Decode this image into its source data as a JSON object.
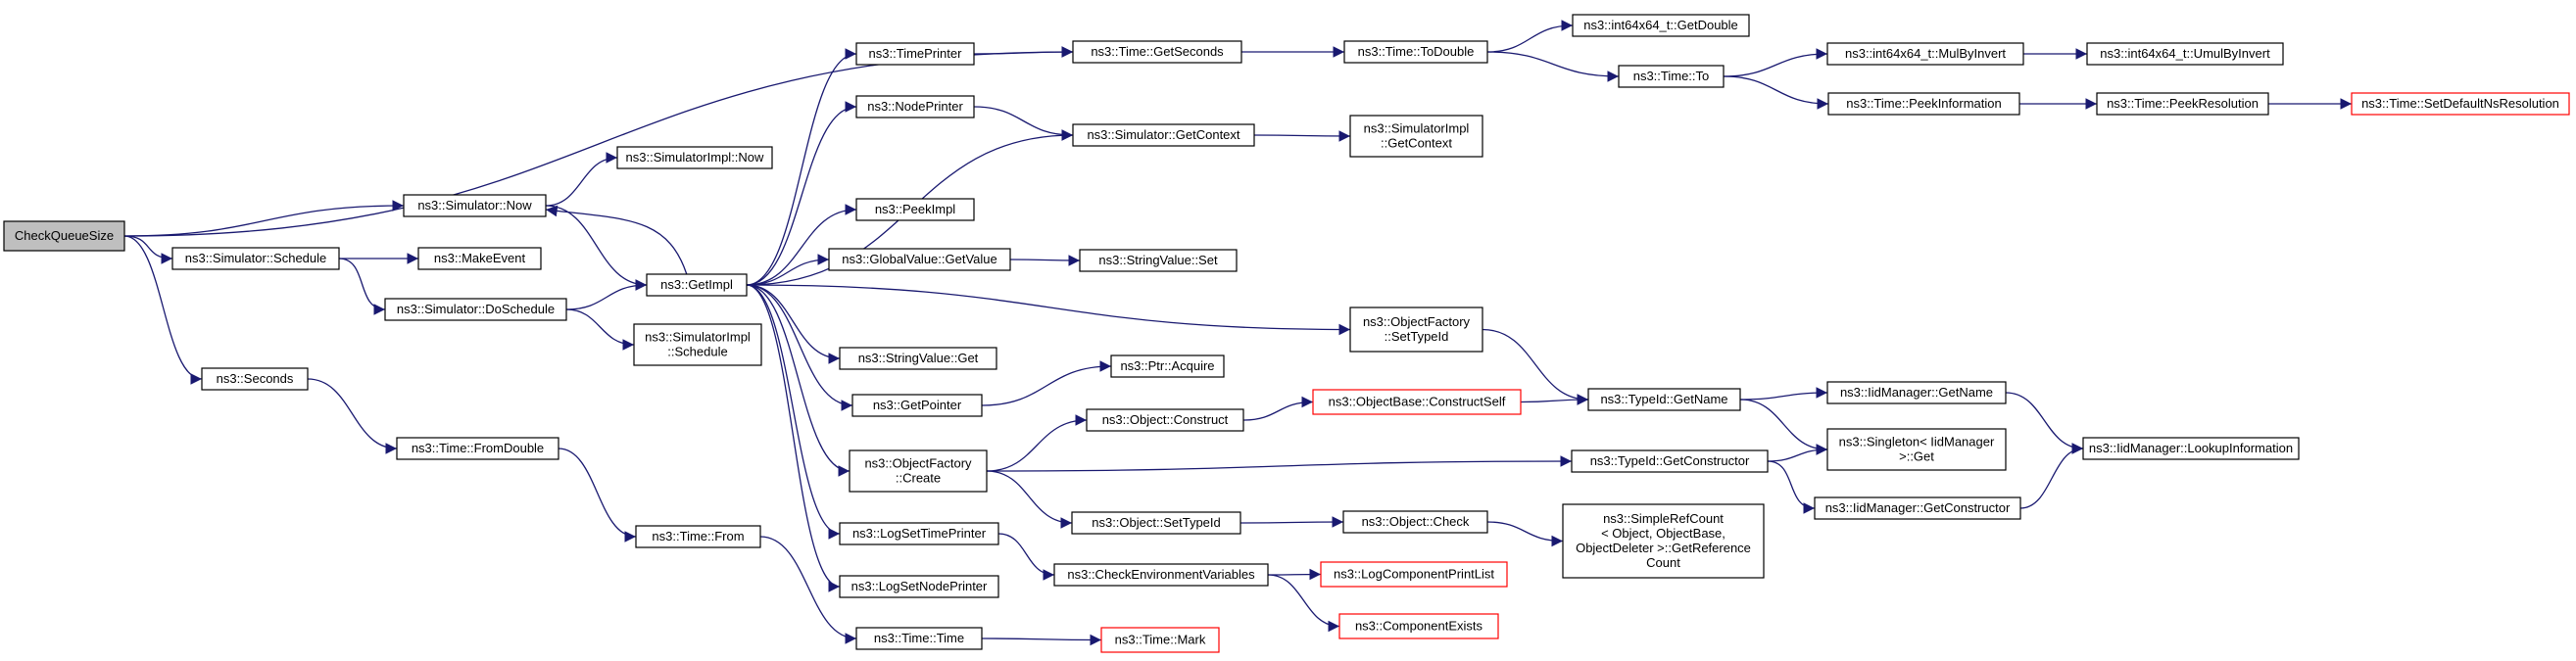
{
  "colors": {
    "edge": "#191970",
    "node_border": "#000000",
    "node_fill": "#ffffff",
    "root_fill": "#bfbfbf",
    "truncated_border": "#ff0000"
  },
  "nodes": [
    {
      "id": "n0",
      "lines": [
        "CheckQueueSize"
      ],
      "root": true
    },
    {
      "id": "n1",
      "lines": [
        "ns3::Simulator::Now"
      ]
    },
    {
      "id": "n2",
      "lines": [
        "ns3::Simulator::Schedule"
      ]
    },
    {
      "id": "n3",
      "lines": [
        "ns3::Seconds"
      ]
    },
    {
      "id": "n4",
      "lines": [
        "ns3::SimulatorImpl::Now"
      ]
    },
    {
      "id": "n5",
      "lines": [
        "ns3::GetImpl"
      ]
    },
    {
      "id": "n6",
      "lines": [
        "ns3::MakeEvent"
      ]
    },
    {
      "id": "n7",
      "lines": [
        "ns3::Simulator::DoSchedule"
      ]
    },
    {
      "id": "n8",
      "lines": [
        "ns3::SimulatorImpl",
        "::Schedule"
      ]
    },
    {
      "id": "n9",
      "lines": [
        "ns3::Time::FromDouble"
      ]
    },
    {
      "id": "n10",
      "lines": [
        "ns3::Time::From"
      ]
    },
    {
      "id": "n11",
      "lines": [
        "ns3::TimePrinter"
      ]
    },
    {
      "id": "n12",
      "lines": [
        "ns3::NodePrinter"
      ]
    },
    {
      "id": "n13",
      "lines": [
        "ns3::PeekImpl"
      ]
    },
    {
      "id": "n14",
      "lines": [
        "ns3::GlobalValue::GetValue"
      ]
    },
    {
      "id": "n15",
      "lines": [
        "ns3::StringValue::Get"
      ]
    },
    {
      "id": "n16",
      "lines": [
        "ns3::GetPointer"
      ]
    },
    {
      "id": "n17",
      "lines": [
        "ns3::ObjectFactory",
        "::Create"
      ]
    },
    {
      "id": "n18",
      "lines": [
        "ns3::LogSetTimePrinter"
      ]
    },
    {
      "id": "n19",
      "lines": [
        "ns3::LogSetNodePrinter"
      ]
    },
    {
      "id": "n20",
      "lines": [
        "ns3::Time::Time"
      ]
    },
    {
      "id": "n21",
      "lines": [
        "ns3::Time::GetSeconds"
      ]
    },
    {
      "id": "n22",
      "lines": [
        "ns3::Simulator::GetContext"
      ]
    },
    {
      "id": "n23",
      "lines": [
        "ns3::StringValue::Set"
      ]
    },
    {
      "id": "n24",
      "lines": [
        "ns3::Ptr::Acquire"
      ]
    },
    {
      "id": "n25",
      "lines": [
        "ns3::Object::Construct"
      ]
    },
    {
      "id": "n26",
      "lines": [
        "ns3::Object::SetTypeId"
      ]
    },
    {
      "id": "n27",
      "lines": [
        "ns3::CheckEnvironmentVariables"
      ]
    },
    {
      "id": "n28",
      "lines": [
        "ns3::Time::Mark"
      ],
      "truncated": true
    },
    {
      "id": "n29",
      "lines": [
        "ns3::Time::ToDouble"
      ]
    },
    {
      "id": "n30",
      "lines": [
        "ns3::SimulatorImpl",
        "::GetContext"
      ]
    },
    {
      "id": "n31",
      "lines": [
        "ns3::ObjectFactory",
        "::SetTypeId"
      ]
    },
    {
      "id": "n32",
      "lines": [
        "ns3::ObjectBase::ConstructSelf"
      ],
      "truncated": true
    },
    {
      "id": "n33",
      "lines": [
        "ns3::Object::Check"
      ]
    },
    {
      "id": "n34",
      "lines": [
        "ns3::LogComponentPrintList"
      ],
      "truncated": true
    },
    {
      "id": "n35",
      "lines": [
        "ns3::ComponentExists"
      ],
      "truncated": true
    },
    {
      "id": "n36",
      "lines": [
        "ns3::int64x64_t::GetDouble"
      ]
    },
    {
      "id": "n37",
      "lines": [
        "ns3::Time::To"
      ]
    },
    {
      "id": "n38",
      "lines": [
        "ns3::TypeId::GetName"
      ]
    },
    {
      "id": "n39",
      "lines": [
        "ns3::TypeId::GetConstructor"
      ]
    },
    {
      "id": "n40",
      "lines": [
        "ns3::SimpleRefCount",
        "< Object, ObjectBase,",
        "ObjectDeleter >::GetReference",
        "Count"
      ]
    },
    {
      "id": "n41",
      "lines": [
        "ns3::int64x64_t::MulByInvert"
      ]
    },
    {
      "id": "n42",
      "lines": [
        "ns3::Time::PeekInformation"
      ]
    },
    {
      "id": "n43",
      "lines": [
        "ns3::IidManager::GetName"
      ]
    },
    {
      "id": "n44",
      "lines": [
        "ns3::Singleton< IidManager",
        ">::Get"
      ]
    },
    {
      "id": "n45",
      "lines": [
        "ns3::IidManager::GetConstructor"
      ]
    },
    {
      "id": "n46",
      "lines": [
        "ns3::int64x64_t::UmulByInvert"
      ]
    },
    {
      "id": "n47",
      "lines": [
        "ns3::Time::PeekResolution"
      ]
    },
    {
      "id": "n48",
      "lines": [
        "ns3::IidManager::LookupInformation"
      ]
    },
    {
      "id": "n49",
      "lines": [
        "ns3::Time::SetDefaultNsResolution"
      ],
      "truncated": true
    }
  ],
  "edges": [
    [
      "n0",
      "n1"
    ],
    [
      "n0",
      "n2"
    ],
    [
      "n0",
      "n3"
    ],
    [
      "n0",
      "n21"
    ],
    [
      "n1",
      "n4"
    ],
    [
      "n1",
      "n5"
    ],
    [
      "n2",
      "n6"
    ],
    [
      "n2",
      "n7"
    ],
    [
      "n3",
      "n9"
    ],
    [
      "n5",
      "n1"
    ],
    [
      "n5",
      "n11"
    ],
    [
      "n5",
      "n12"
    ],
    [
      "n5",
      "n13"
    ],
    [
      "n5",
      "n14"
    ],
    [
      "n5",
      "n15"
    ],
    [
      "n5",
      "n16"
    ],
    [
      "n5",
      "n17"
    ],
    [
      "n5",
      "n18"
    ],
    [
      "n5",
      "n19"
    ],
    [
      "n5",
      "n22"
    ],
    [
      "n5",
      "n31"
    ],
    [
      "n7",
      "n5"
    ],
    [
      "n7",
      "n8"
    ],
    [
      "n9",
      "n10"
    ],
    [
      "n10",
      "n20"
    ],
    [
      "n11",
      "n21"
    ],
    [
      "n12",
      "n22"
    ],
    [
      "n14",
      "n23"
    ],
    [
      "n16",
      "n24"
    ],
    [
      "n17",
      "n25"
    ],
    [
      "n17",
      "n26"
    ],
    [
      "n17",
      "n39"
    ],
    [
      "n18",
      "n27"
    ],
    [
      "n20",
      "n28"
    ],
    [
      "n21",
      "n29"
    ],
    [
      "n22",
      "n30"
    ],
    [
      "n25",
      "n32"
    ],
    [
      "n26",
      "n33"
    ],
    [
      "n27",
      "n34"
    ],
    [
      "n27",
      "n35"
    ],
    [
      "n29",
      "n36"
    ],
    [
      "n29",
      "n37"
    ],
    [
      "n31",
      "n38"
    ],
    [
      "n32",
      "n38"
    ],
    [
      "n33",
      "n40"
    ],
    [
      "n37",
      "n41"
    ],
    [
      "n37",
      "n42"
    ],
    [
      "n38",
      "n43"
    ],
    [
      "n38",
      "n44"
    ],
    [
      "n39",
      "n44"
    ],
    [
      "n39",
      "n45"
    ],
    [
      "n41",
      "n46"
    ],
    [
      "n42",
      "n47"
    ],
    [
      "n43",
      "n48"
    ],
    [
      "n45",
      "n48"
    ],
    [
      "n47",
      "n49"
    ]
  ]
}
